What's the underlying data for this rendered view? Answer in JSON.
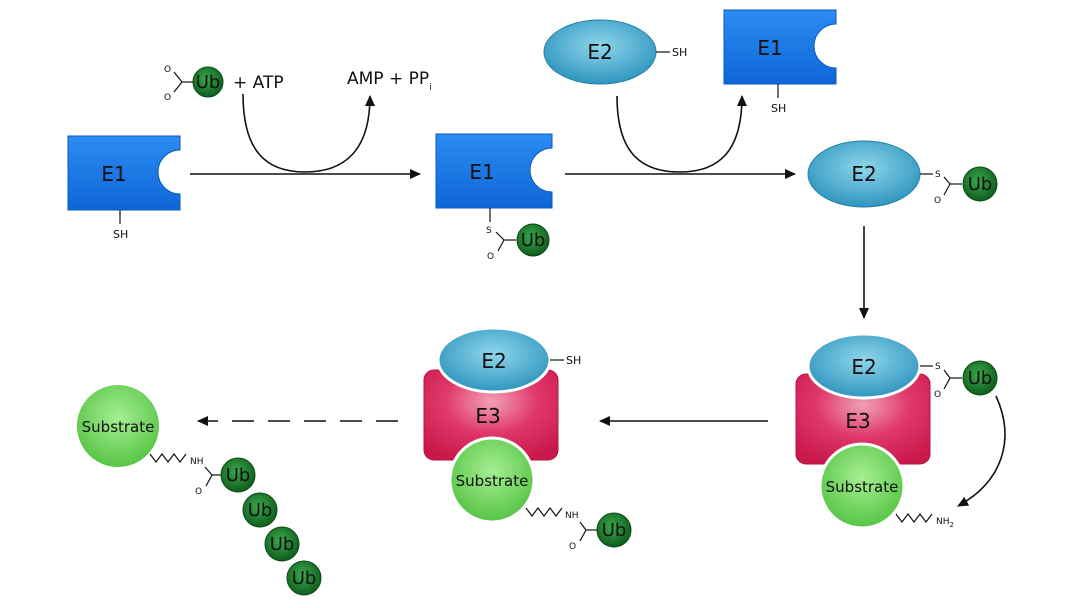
{
  "reagents": {
    "atp": "+ ATP",
    "amp": "AMP + PP",
    "amp_sub": "i"
  },
  "labels": {
    "e1": "E1",
    "e2": "E2",
    "e3": "E3",
    "ub": "Ub",
    "substrate": "Substrate",
    "sh": "SH",
    "s": "S",
    "o": "O",
    "nh": "NH",
    "nh2": "NH",
    "nh2_sub": "2"
  },
  "colors": {
    "e1": "#1f7fe6",
    "e2": "#3aa6c8",
    "e3": "#d9285a",
    "ub": "#1d7a2e",
    "substrate": "#6fd35a"
  }
}
